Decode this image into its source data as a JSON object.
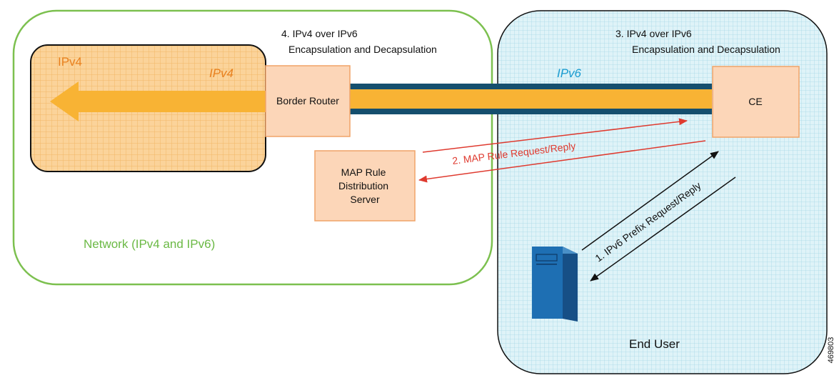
{
  "colors": {
    "network_border": "#7cc04f",
    "network_label": "#6bb945",
    "ipv4_fill": "#fbd39a",
    "ipv4_grid": "#f1b766",
    "ipv4_label": "#e8801e",
    "enduser_fill": "#dff3f8",
    "enduser_grid": "#a6d9e6",
    "ipv6_label": "#1a9bd0",
    "box_fill": "#fcd6b8",
    "box_border": "#f0a468",
    "tunnel_outer": "#154f6e",
    "tunnel_inner": "#f8b334",
    "arrow_red": "#df3a2f",
    "arrow_black": "#111111",
    "server_blue": "#1e6fb3"
  },
  "network": {
    "label": "Network (IPv4 and IPv6)"
  },
  "ipv4_area": {
    "label": "IPv4",
    "arrow_label": "IPv4"
  },
  "end_user_area": {
    "label": "End User",
    "tunnel_label": "IPv6"
  },
  "border_router": {
    "label": "Border Router"
  },
  "ce": {
    "label": "CE"
  },
  "map_server": {
    "lines": [
      "MAP Rule",
      "Distribution",
      "Server"
    ]
  },
  "step3": {
    "lines": [
      "3. IPv4 over IPv6",
      "Encapsulation and Decapsulation"
    ]
  },
  "step4": {
    "lines": [
      "4. IPv4 over IPv6",
      "Encapsulation and Decapsulation"
    ]
  },
  "step2": {
    "label": "2. MAP Rule Request/Reply"
  },
  "step1": {
    "label": "1. IPv6 Prefix Request/Reply"
  },
  "figure_id": "469803",
  "icons": {
    "end_user_server": "server-tower-icon"
  }
}
